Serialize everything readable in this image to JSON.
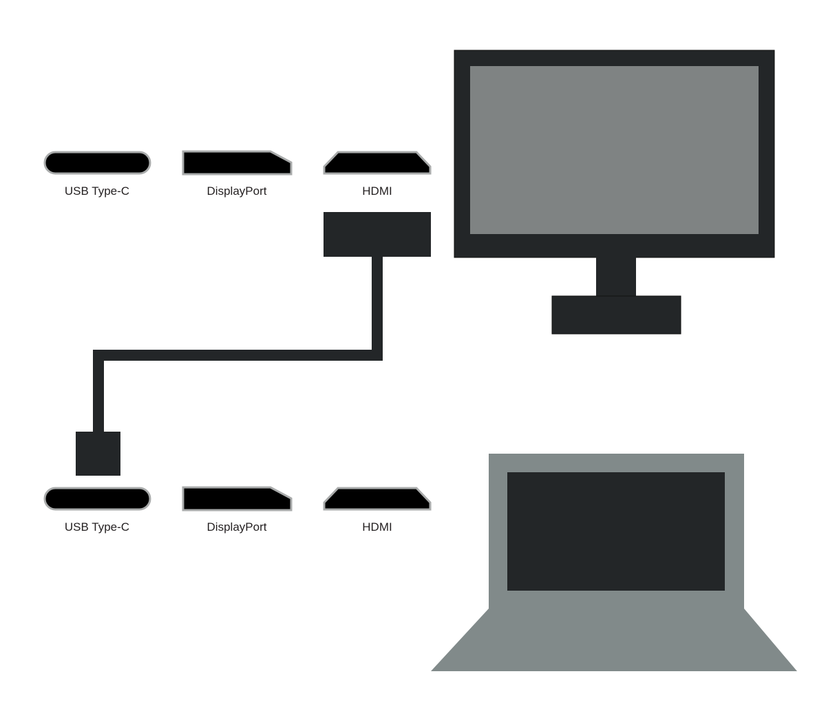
{
  "monitor_ports": [
    {
      "label": "USB Type-C",
      "icon": "usb-c-port-icon"
    },
    {
      "label": "DisplayPort",
      "icon": "displayport-port-icon"
    },
    {
      "label": "HDMI",
      "icon": "hdmi-port-icon"
    }
  ],
  "laptop_ports": [
    {
      "label": "USB Type-C",
      "icon": "usb-c-port-icon"
    },
    {
      "label": "DisplayPort",
      "icon": "displayport-port-icon"
    },
    {
      "label": "HDMI",
      "icon": "hdmi-port-icon"
    }
  ],
  "devices": {
    "monitor": {
      "icon": "monitor-icon"
    },
    "laptop": {
      "icon": "laptop-icon"
    }
  },
  "connection": {
    "from": "HDMI",
    "to": "USB Type-C",
    "icon": "cable-icon"
  },
  "colors": {
    "port_fill": "#000000",
    "port_border": "#a9abab",
    "device_dark": "#232628",
    "monitor_screen": "#7f8383",
    "laptop_body": "#818a8a",
    "cable": "#232628"
  }
}
